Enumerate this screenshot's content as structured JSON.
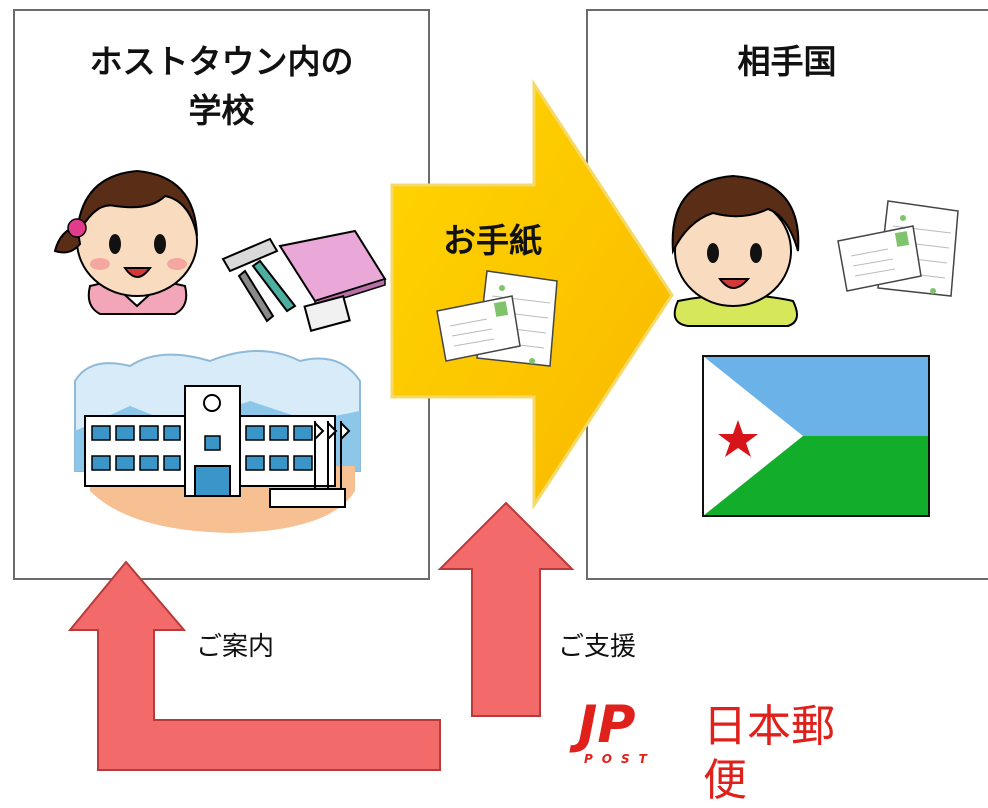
{
  "left_panel": {
    "title_line1": "ホストタウン内の",
    "title_line2": "学校"
  },
  "right_panel": {
    "title": "相手国"
  },
  "center_arrow": {
    "label": "お手紙",
    "fill_color": "#f9b800"
  },
  "up_arrow_left": {
    "label": "ご案内",
    "fill_color": "#f26a6a"
  },
  "up_arrow_right": {
    "label": "ご支援",
    "fill_color": "#f26a6a"
  },
  "logo": {
    "mark": "JP",
    "sub": "POST",
    "name": "日本郵便",
    "color": "#e0201b"
  },
  "icons": [
    "girl-student-icon",
    "stationery-icon",
    "school-building-icon",
    "boy-icon",
    "letters-icon",
    "flag-djibouti-icon"
  ]
}
